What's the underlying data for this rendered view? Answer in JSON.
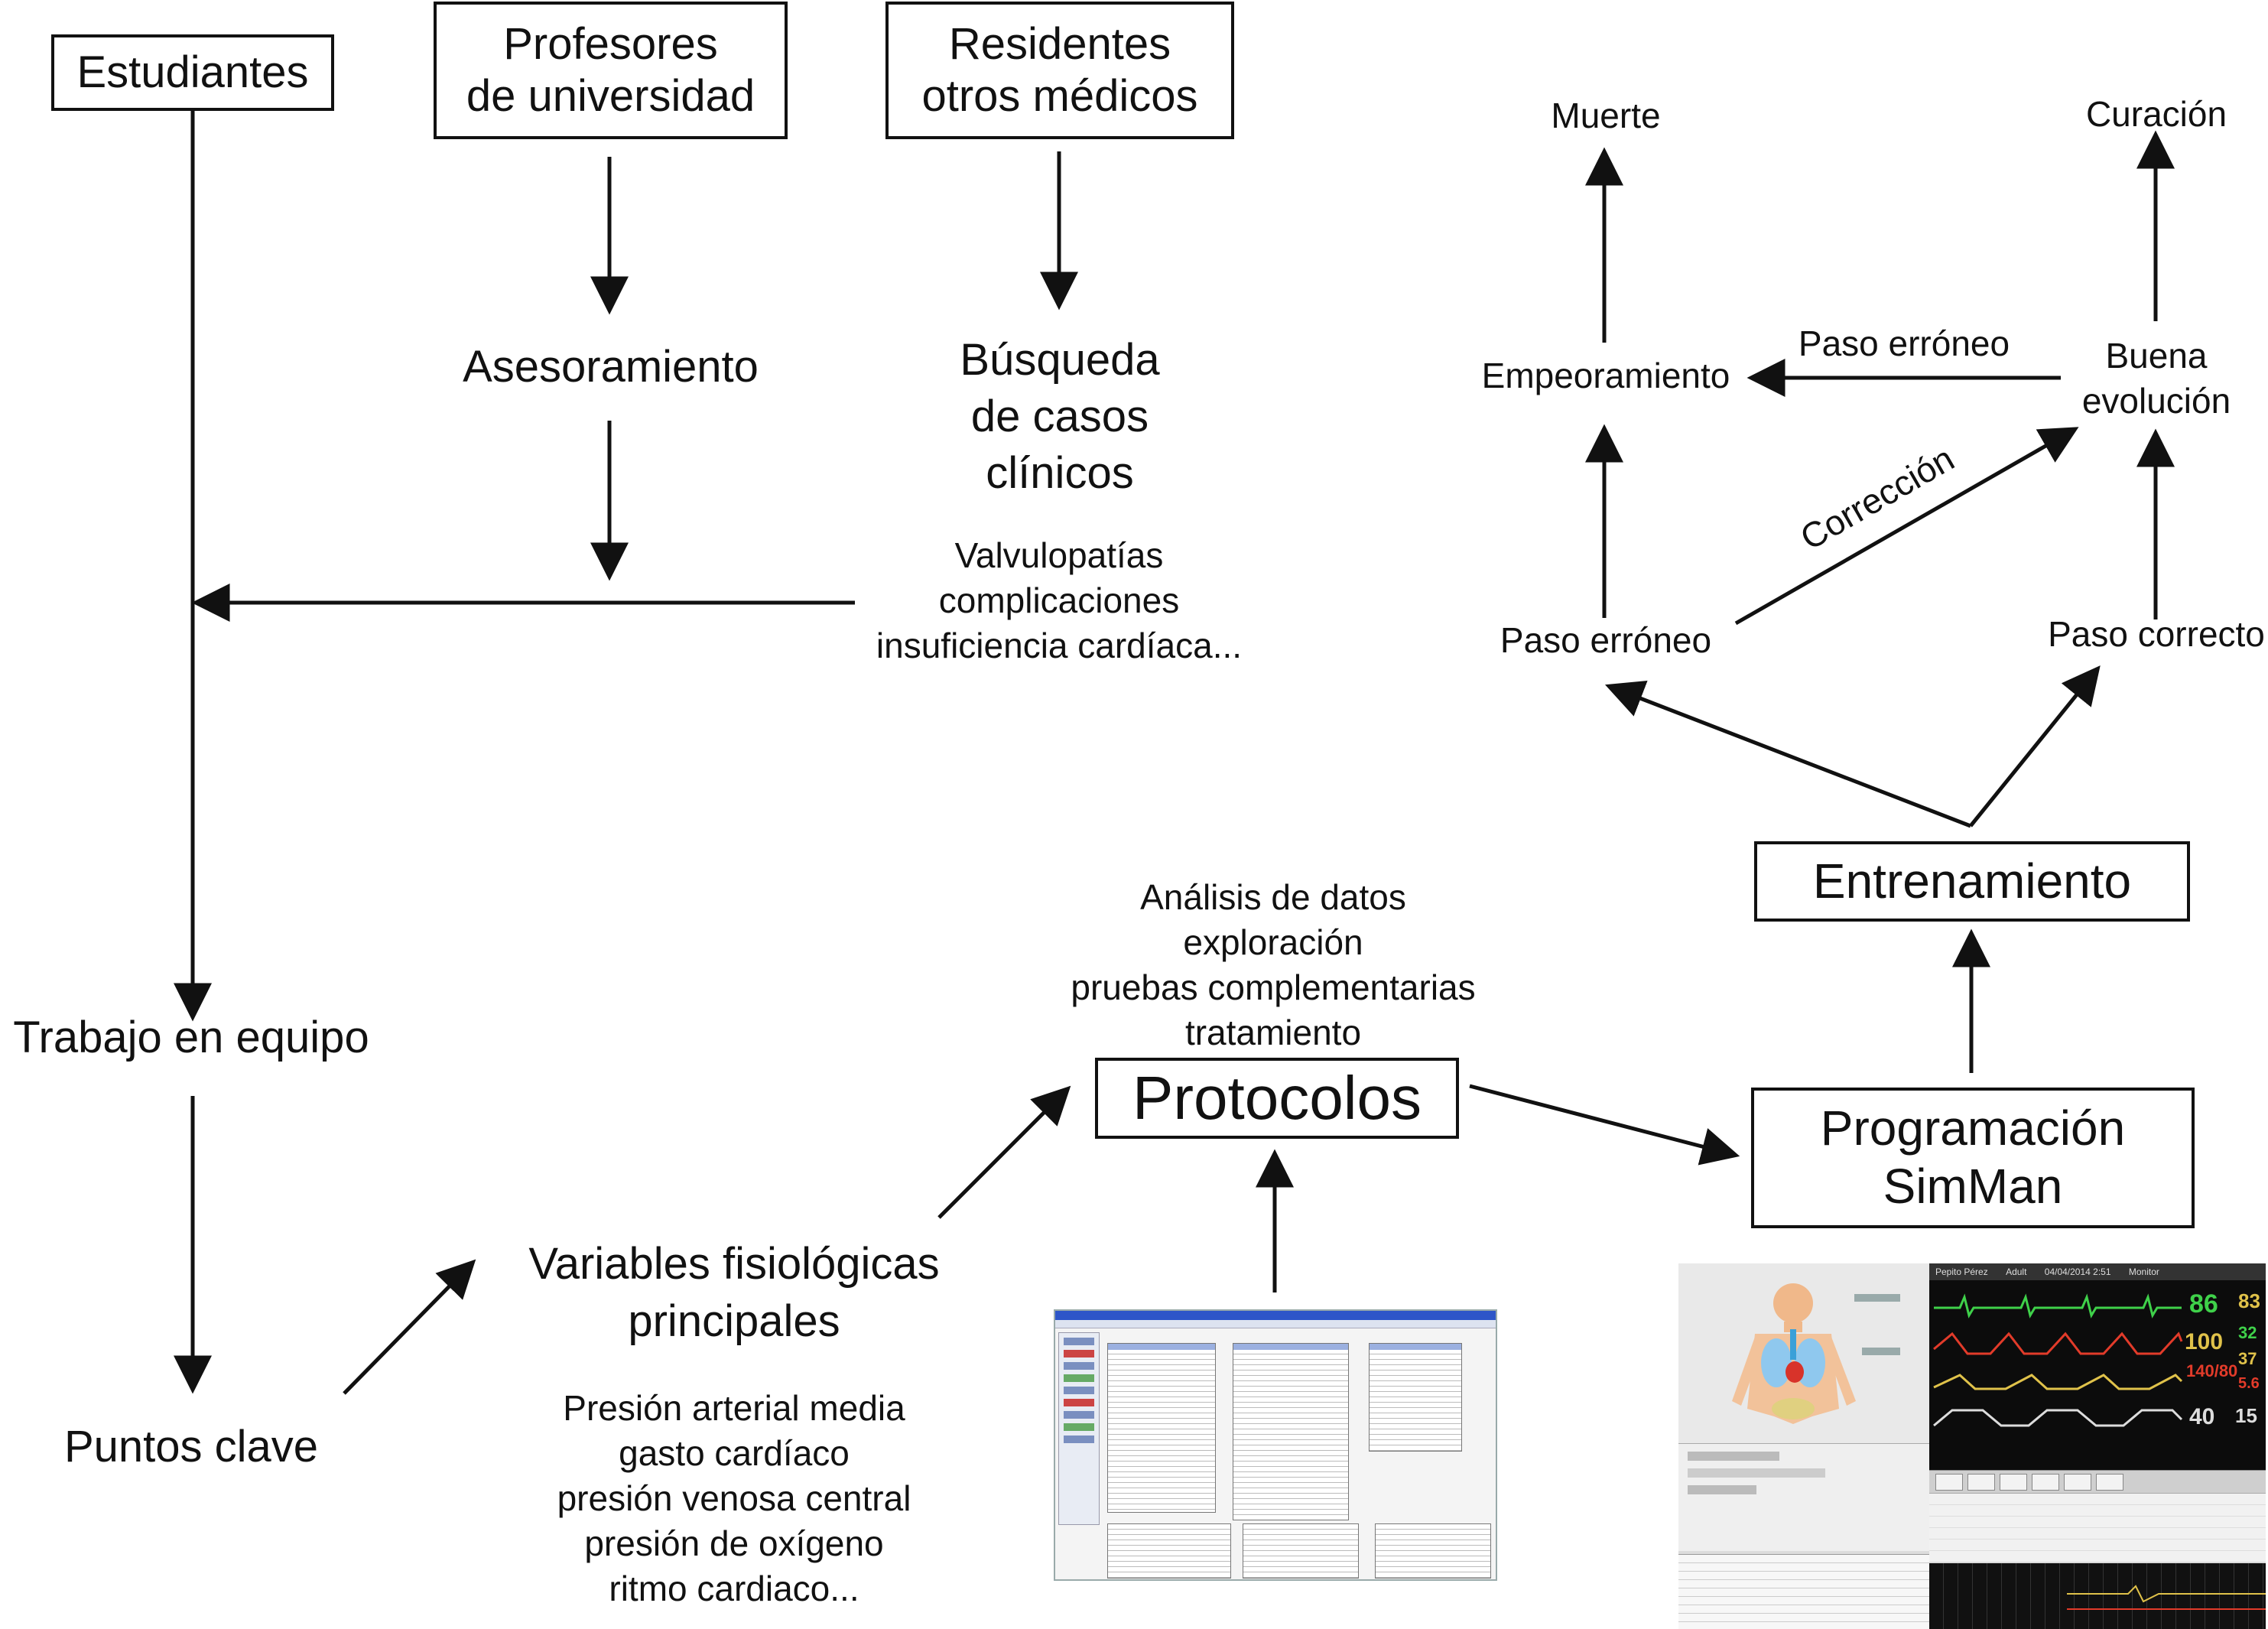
{
  "nodes": {
    "estudiantes": "Estudiantes",
    "profesores": "Profesores\nde universidad",
    "residentes": "Residentes\notros médicos",
    "asesoramiento": "Asesoramiento",
    "busqueda": "Búsqueda\nde casos\nclínicos",
    "valvulopatias": "Valvulopatías\ncomplicaciones\ninsuficiencia cardíaca...",
    "trabajo_equipo": "Trabajo en equipo",
    "puntos_clave": "Puntos clave",
    "variables": "Variables fisiológicas\nprincipales",
    "variables_list": "Presión arterial media\ngasto cardíaco\npresión venosa central\npresión de oxígeno\nritmo cardiaco...",
    "analisis": "Análisis de datos\nexploración\npruebas complementarias\ntratamiento",
    "protocolos": "Protocolos",
    "programacion": "Programación\nSimMan",
    "entrenamiento": "Entrenamiento",
    "paso_erroneo_bottom": "Paso erróneo",
    "paso_correcto": "Paso correcto",
    "empeoramiento": "Empeoramiento",
    "buena_evolucion": "Buena\nevolución",
    "muerte": "Muerte",
    "curacion": "Curación",
    "paso_erroneo_top": "Paso erróneo",
    "correccion": "Corrección"
  },
  "monitor": {
    "patient": "Pepito Pérez",
    "mode": "Adult",
    "date": "04/04/2014 2:51",
    "tab": "Monitor",
    "hr": "86",
    "spo2": "100",
    "bp": "140/80",
    "rr": "15",
    "etco2": "40",
    "temp": "37",
    "side_values": [
      "83",
      "32",
      "37",
      "5.6"
    ]
  },
  "colors": {
    "line": "#111111",
    "hr_wave": "#3fd14a",
    "bp_wave": "#e23b2a",
    "spo2_wave": "#e0c24a",
    "monitor_bg": "#0c0c0c",
    "editor_blue": "#2d55c8"
  }
}
